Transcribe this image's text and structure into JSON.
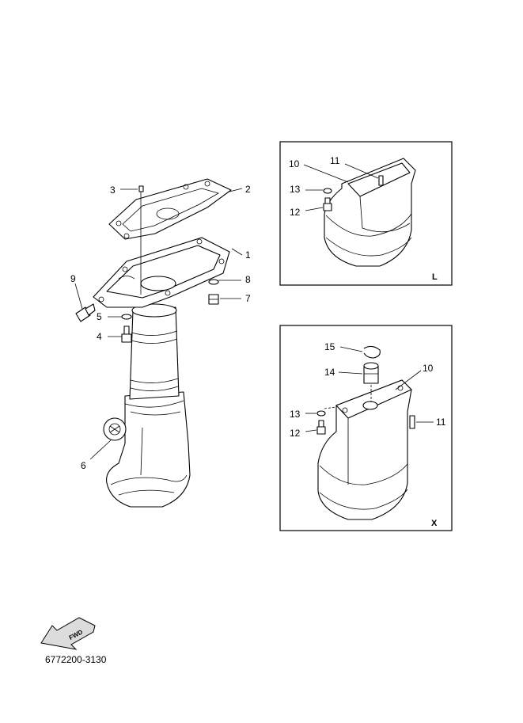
{
  "catalog_number": "6772200-3130",
  "fwd_arrow_label": "FWD",
  "main_callouts": {
    "c1": "1",
    "c2": "2",
    "c3": "3",
    "c4": "4",
    "c5": "5",
    "c6": "6",
    "c7": "7",
    "c8": "8",
    "c9": "9"
  },
  "detail_L": {
    "tag": "L",
    "callouts": {
      "c10": "10",
      "c11": "11",
      "c12": "12",
      "c13": "13"
    }
  },
  "detail_X": {
    "tag": "X",
    "callouts": {
      "c10": "10",
      "c11": "11",
      "c12": "12",
      "c13": "13",
      "c14": "14",
      "c15": "15"
    }
  }
}
